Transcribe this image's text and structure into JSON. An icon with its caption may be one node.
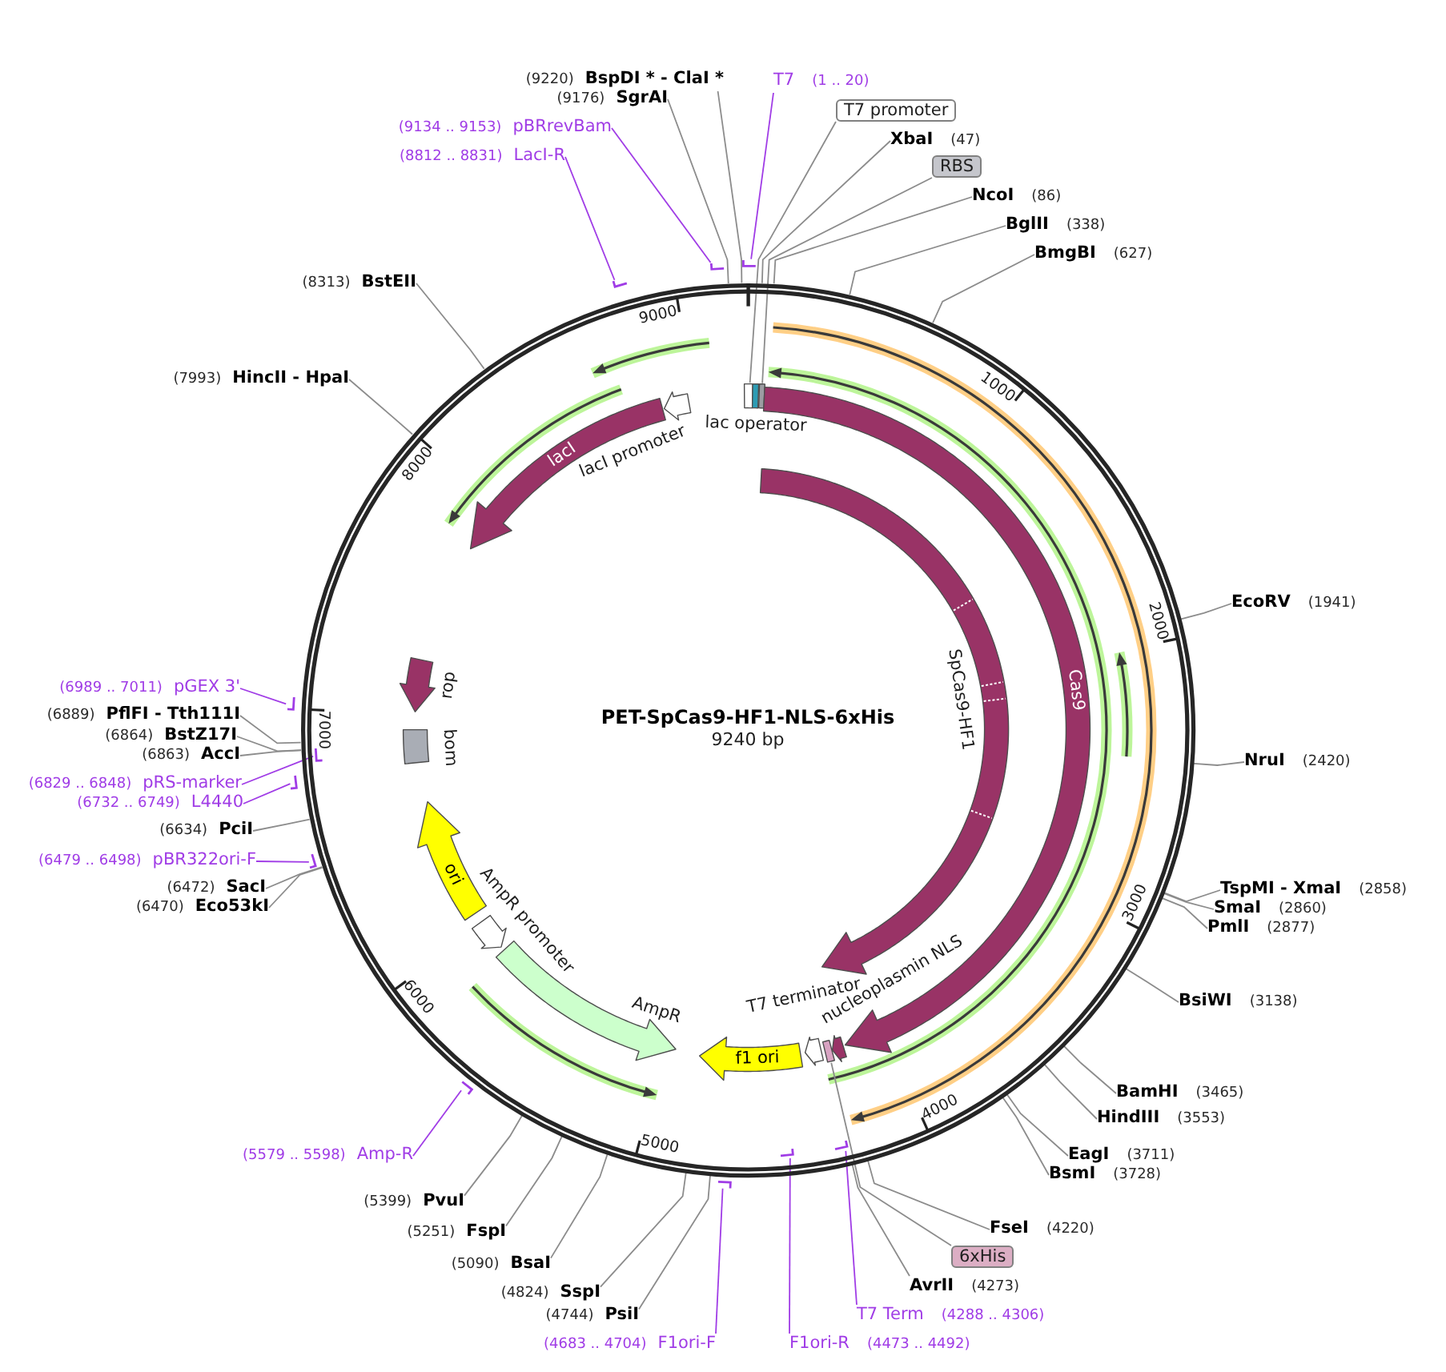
{
  "diagram": {
    "title": "PET-SpCas9-HF1-NLS-6xHis",
    "nodes": [
      {
        "text": [],
        "shape": "circle"
      },
      {
        "text": [],
        "shape": "box",
        "in": 0
      },
      {
        "text": [],
        "shape": "box",
        "beside": [
          "lac operator"
        ],
        "in": 0
      },
      {
        "text": [],
        "shape": "box",
        "in": 0
      },
      {
        "text": [
          "Cas9"
        ],
        "in": 0
      },
      {
        "text": [],
        "shape": "arrow",
        "beside": [
          "SpCas9-HF1"
        ],
        "in": 0
      },
      {
        "text": [],
        "shape": "arrow",
        "in": 0
      },
      {
        "text": [],
        "shape": "box",
        "in": 0
      },
      {
        "text": [],
        "shape": "arrow",
        "in": 0
      },
      {
        "text": [
          "f1 ori"
        ],
        "in": 0
      },
      {
        "text": [],
        "shape": "arrow",
        "beside": [
          "AmpR"
        ],
        "in": 0
      },
      {
        "text": [],
        "shape": "arrow",
        "beside": [
          "AmpR promoter"
        ],
        "in": 0
      },
      {
        "text": [
          "ori"
        ],
        "in": 0
      },
      {
        "text": [],
        "shape": "box",
        "beside": [
          "bom"
        ],
        "in": 0
      },
      {
        "text": [],
        "shape": "arrow",
        "beside": [
          "rop"
        ],
        "in": 0
      },
      {
        "text": [
          "lacI"
        ],
        "in": 0
      },
      {
        "text": [],
        "shape": "arrow",
        "beside": [
          "lacI promoter"
        ],
        "in": 0
      },
      {
        "text": [
          "T7",
          "(1 .. 20)"
        ]
      },
      {
        "text": [
          "T7 promoter"
        ]
      },
      {
        "text": [
          "XbaI",
          "(47)"
        ]
      },
      {
        "text": [
          "RBS"
        ]
      },
      {
        "text": [
          "NcoI",
          "(86)"
        ]
      },
      {
        "text": [
          "BglII",
          "(338)"
        ]
      },
      {
        "text": [
          "BmgBI",
          "(627)"
        ]
      },
      {
        "text": [
          "EcoRV",
          "(1941)"
        ]
      },
      {
        "text": [
          "NruI",
          "(2420)"
        ]
      },
      {
        "text": [
          "TspMI - XmaI",
          "(2858)"
        ]
      },
      {
        "text": [
          "SmaI",
          "(2860)"
        ]
      },
      {
        "text": [
          "PmlI",
          "(2877)"
        ]
      },
      {
        "text": [
          "BsiWI",
          "(3138)"
        ]
      },
      {
        "text": [
          "BamHI",
          "(3465)"
        ]
      },
      {
        "text": [
          "HindIII",
          "(3553)"
        ]
      },
      {
        "text": [
          "EagI",
          "(3711)"
        ]
      },
      {
        "text": [
          "BsmI",
          "(3728)"
        ]
      },
      {
        "text": [
          "FseI",
          "(4220)"
        ]
      },
      {
        "text": [
          "6xHis"
        ]
      },
      {
        "text": [
          "AvrII",
          "(4273)"
        ]
      },
      {
        "text": [
          "T7 Term",
          "(4288 .. 4306)"
        ]
      },
      {
        "text": [
          "F1ori-R",
          "(4473 .. 4492)"
        ]
      },
      {
        "text": [
          "(4683 .. 4704)",
          "F1ori-F"
        ]
      },
      {
        "text": [
          "(4744)",
          "PsiI"
        ]
      },
      {
        "text": [
          "(4824)",
          "SspI"
        ]
      },
      {
        "text": [
          "(5090)",
          "BsaI"
        ]
      },
      {
        "text": [
          "(5251)",
          "FspI"
        ]
      },
      {
        "text": [
          "(5399)",
          "PvuI"
        ]
      },
      {
        "text": [
          "(5579 .. 5598)",
          "Amp-R"
        ]
      },
      {
        "text": [
          "(6470)",
          "Eco53kI"
        ]
      },
      {
        "text": [
          "(6472)",
          "SacI"
        ]
      },
      {
        "text": [
          "(6479 .. 6498)",
          "pBR322ori-F"
        ]
      },
      {
        "text": [
          "(6634)",
          "PciI"
        ]
      },
      {
        "text": [
          "(6732 .. 6749)",
          "L4440"
        ]
      },
      {
        "text": [
          "(6829 .. 6848)",
          "pRS-marker"
        ]
      },
      {
        "text": [
          "(6863)",
          "AccI"
        ]
      },
      {
        "text": [
          "(6864)",
          "BstZ17I"
        ]
      },
      {
        "text": [
          "(6889)",
          "PflFI - Tth111I"
        ]
      },
      {
        "text": [
          "(6989 .. 7011)",
          "pGEX 3'"
        ]
      },
      {
        "text": [
          "(7993)",
          "HincII - HpaI"
        ]
      },
      {
        "text": [
          "(8313)",
          "BstEII"
        ]
      },
      {
        "text": [
          "(8812 .. 8831)",
          "LacI-R"
        ]
      },
      {
        "text": [
          "(9134 .. 9153)",
          "pBRrevBam"
        ]
      },
      {
        "text": [
          "(9176)",
          "SgrAI"
        ]
      },
      {
        "text": [
          "(9220)",
          "BspDI * - ClaI *"
        ]
      },
      {
        "text": [],
        "shape": "bar"
      },
      {
        "text": [],
        "shape": "bar",
        "in": 0
      },
      {
        "text": [],
        "shape": "bar",
        "in": 0
      },
      {
        "text": [],
        "shape": "bar"
      },
      {
        "text": [],
        "shape": "bar",
        "in": 0
      },
      {
        "text": [],
        "shape": "bar",
        "in": 0
      },
      {
        "text": [],
        "shape": "bar"
      },
      {
        "text": [],
        "shape": "bar",
        "in": 0
      },
      {
        "text": [],
        "shape": "bar"
      },
      {
        "text": [],
        "shape": "bar"
      },
      {
        "text": [],
        "shape": "bar"
      }
    ],
    "edges": [
      {
        "from": 17,
        "to": 62,
        "arrow": "none",
        "color": "#a03ce6"
      },
      {
        "from": 18,
        "to": 1,
        "arrow": "none"
      },
      {
        "from": 19,
        "to": 0,
        "arrow": "none"
      },
      {
        "from": 20,
        "to": 3,
        "arrow": "none"
      },
      {
        "from": 21,
        "to": 0,
        "arrow": "none"
      },
      {
        "from": 22,
        "to": 0,
        "arrow": "none"
      },
      {
        "from": 23,
        "to": 0,
        "arrow": "none"
      },
      {
        "from": 24,
        "to": 0,
        "arrow": "none"
      },
      {
        "from": 25,
        "to": 0,
        "arrow": "none"
      },
      {
        "from": 26,
        "to": 0,
        "arrow": "none"
      },
      {
        "from": 27,
        "to": 0,
        "arrow": "none"
      },
      {
        "from": 28,
        "to": 0,
        "arrow": "none"
      },
      {
        "from": 29,
        "to": 0,
        "arrow": "none"
      },
      {
        "from": 30,
        "to": 0,
        "arrow": "none"
      },
      {
        "from": 31,
        "to": 0,
        "arrow": "none"
      },
      {
        "from": 32,
        "to": 0,
        "arrow": "none"
      },
      {
        "from": 33,
        "to": 0,
        "arrow": "none"
      },
      {
        "from": 34,
        "to": 0,
        "arrow": "none"
      },
      {
        "from": 35,
        "to": 7,
        "arrow": "none"
      },
      {
        "from": 36,
        "to": 0,
        "arrow": "none"
      },
      {
        "from": 37,
        "to": 63,
        "arrow": "none",
        "color": "#a03ce6"
      },
      {
        "from": 38,
        "to": 64,
        "arrow": "none",
        "color": "#a03ce6"
      },
      {
        "from": 39,
        "to": 65,
        "arrow": "none",
        "color": "#a03ce6"
      },
      {
        "from": 40,
        "to": 0,
        "arrow": "none"
      },
      {
        "from": 41,
        "to": 0,
        "arrow": "none"
      },
      {
        "from": 42,
        "to": 0,
        "arrow": "none"
      },
      {
        "from": 43,
        "to": 0,
        "arrow": "none"
      },
      {
        "from": 44,
        "to": 0,
        "arrow": "none"
      },
      {
        "from": 45,
        "to": 66,
        "arrow": "none",
        "color": "#a03ce6"
      },
      {
        "from": 46,
        "to": 0,
        "arrow": "none"
      },
      {
        "from": 47,
        "to": 0,
        "arrow": "none"
      },
      {
        "from": 48,
        "to": 67,
        "arrow": "none",
        "color": "#a03ce6"
      },
      {
        "from": 49,
        "to": 0,
        "arrow": "none"
      },
      {
        "from": 50,
        "to": 68,
        "arrow": "none",
        "color": "#a03ce6"
      },
      {
        "from": 51,
        "to": 69,
        "arrow": "none",
        "color": "#a03ce6"
      },
      {
        "from": 52,
        "to": 0,
        "arrow": "none"
      },
      {
        "from": 53,
        "to": 0,
        "arrow": "none"
      },
      {
        "from": 54,
        "to": 0,
        "arrow": "none"
      },
      {
        "from": 55,
        "to": 70,
        "arrow": "none",
        "color": "#a03ce6"
      },
      {
        "from": 56,
        "to": 0,
        "arrow": "none"
      },
      {
        "from": 57,
        "to": 0,
        "arrow": "none"
      },
      {
        "from": 58,
        "to": 71,
        "arrow": "none",
        "color": "#a03ce6"
      },
      {
        "from": 59,
        "to": 72,
        "arrow": "none",
        "color": "#a03ce6"
      },
      {
        "from": 60,
        "to": 0,
        "arrow": "none"
      },
      {
        "from": 61,
        "to": 0,
        "arrow": "none"
      }
    ],
    "labels": [
      "9240 bp",
      "1000",
      "2000",
      "3000",
      "4000",
      "5000",
      "6000",
      "7000",
      "8000",
      "9000",
      "T7 terminator",
      "nucleoplasmin NLS"
    ]
  }
}
